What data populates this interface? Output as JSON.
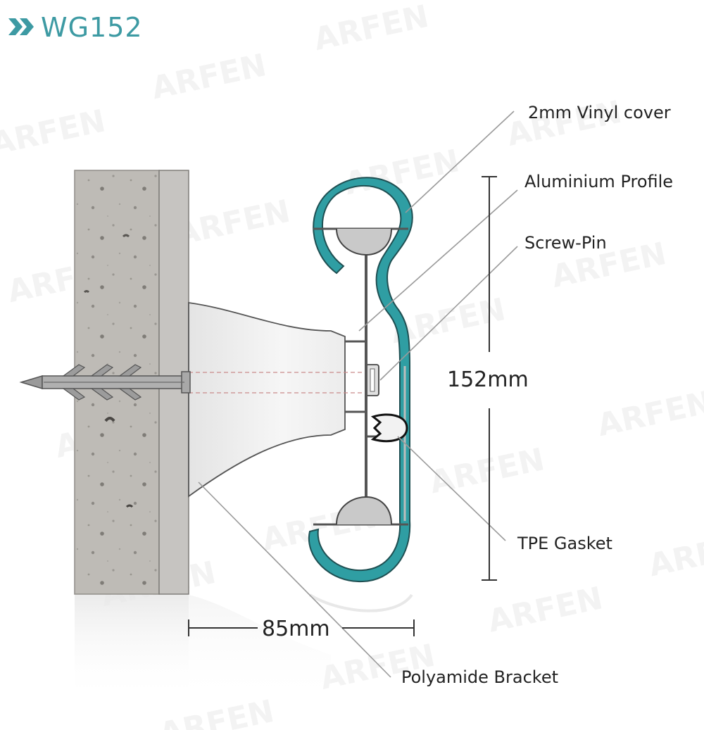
{
  "title": {
    "prefix_icon": "double-chevron-right-icon",
    "text": "WG152"
  },
  "watermark": {
    "text": "ARFEN"
  },
  "callouts": {
    "vinyl_cover": "2mm Vinyl cover",
    "aluminium_profile": "Aluminium Profile",
    "screw_pin": "Screw-Pin",
    "tpe_gasket": "TPE Gasket",
    "polyamide_bracket": "Polyamide Bracket"
  },
  "dimensions": {
    "height": "152mm",
    "depth": "85mm"
  },
  "colors": {
    "accent": "#3d9aa3",
    "vinyl_cover": "#2f9ea3",
    "aluminium": "#c9c9c9",
    "concrete": "#bdbab5",
    "bracket": "#f2f2f2"
  }
}
